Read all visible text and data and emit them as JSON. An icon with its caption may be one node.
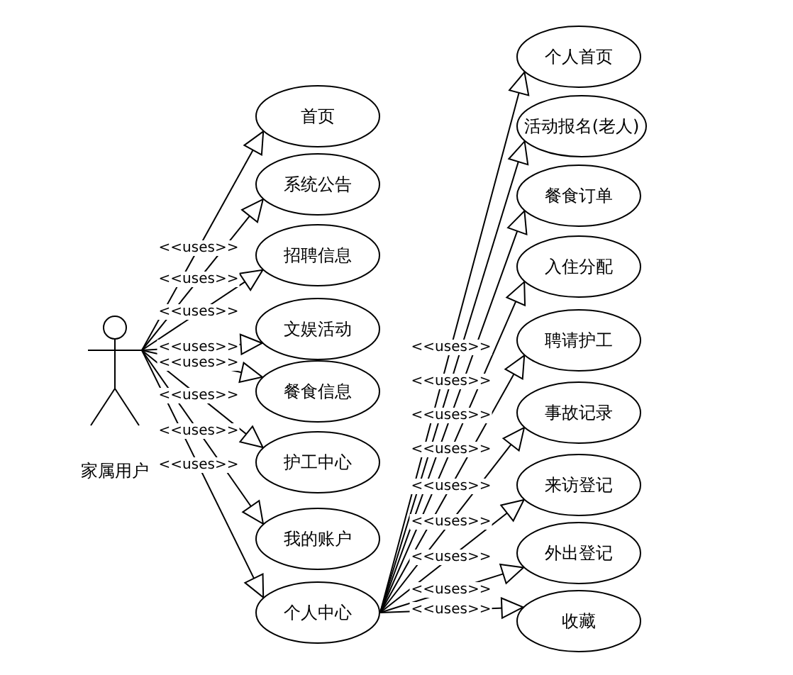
{
  "diagram": {
    "nodes": [
      {
        "text": [
          "家属用户"
        ]
      },
      {
        "text": [
          "首页"
        ]
      },
      {
        "text": [
          "系统公告"
        ]
      },
      {
        "text": [
          "招聘信息"
        ]
      },
      {
        "text": [
          "文娱活动"
        ]
      },
      {
        "text": [
          "餐食信息"
        ]
      },
      {
        "text": [
          "护工中心"
        ]
      },
      {
        "text": [
          "我的账户"
        ]
      },
      {
        "text": [
          "个人中心"
        ]
      },
      {
        "text": [
          "个人首页"
        ]
      },
      {
        "text": [
          "活动报名(老人)"
        ]
      },
      {
        "text": [
          "餐食订单"
        ]
      },
      {
        "text": [
          "入住分配"
        ]
      },
      {
        "text": [
          "聘请护工"
        ]
      },
      {
        "text": [
          "事故记录"
        ]
      },
      {
        "text": [
          "来访登记"
        ]
      },
      {
        "text": [
          "外出登记"
        ]
      },
      {
        "text": [
          "收藏"
        ]
      }
    ],
    "edges": [
      {
        "from": 0,
        "to": 1,
        "arrow": "to",
        "label": "<<uses>>"
      },
      {
        "from": 0,
        "to": 2,
        "arrow": "to",
        "label": "<<uses>>"
      },
      {
        "from": 0,
        "to": 3,
        "arrow": "to",
        "label": "<<uses>>"
      },
      {
        "from": 0,
        "to": 4,
        "arrow": "to",
        "label": "<<uses>>"
      },
      {
        "from": 0,
        "to": 5,
        "arrow": "to",
        "label": "<<uses>>"
      },
      {
        "from": 0,
        "to": 6,
        "arrow": "to",
        "label": "<<uses>>"
      },
      {
        "from": 0,
        "to": 7,
        "arrow": "to",
        "label": "<<uses>>"
      },
      {
        "from": 0,
        "to": 8,
        "arrow": "to",
        "label": "<<uses>>"
      },
      {
        "from": 8,
        "to": 9,
        "arrow": "to",
        "label": "<<uses>>"
      },
      {
        "from": 8,
        "to": 10,
        "arrow": "to",
        "label": "<<uses>>"
      },
      {
        "from": 8,
        "to": 11,
        "arrow": "to",
        "label": "<<uses>>"
      },
      {
        "from": 8,
        "to": 12,
        "arrow": "to",
        "label": "<<uses>>"
      },
      {
        "from": 8,
        "to": 13,
        "arrow": "to",
        "label": "<<uses>>"
      },
      {
        "from": 8,
        "to": 14,
        "arrow": "to",
        "label": "<<uses>>"
      },
      {
        "from": 8,
        "to": 15,
        "arrow": "to",
        "label": "<<uses>>"
      },
      {
        "from": 8,
        "to": 16,
        "arrow": "to",
        "label": "<<uses>>"
      },
      {
        "from": 8,
        "to": 17,
        "arrow": "to",
        "label": "<<uses>>"
      }
    ]
  }
}
